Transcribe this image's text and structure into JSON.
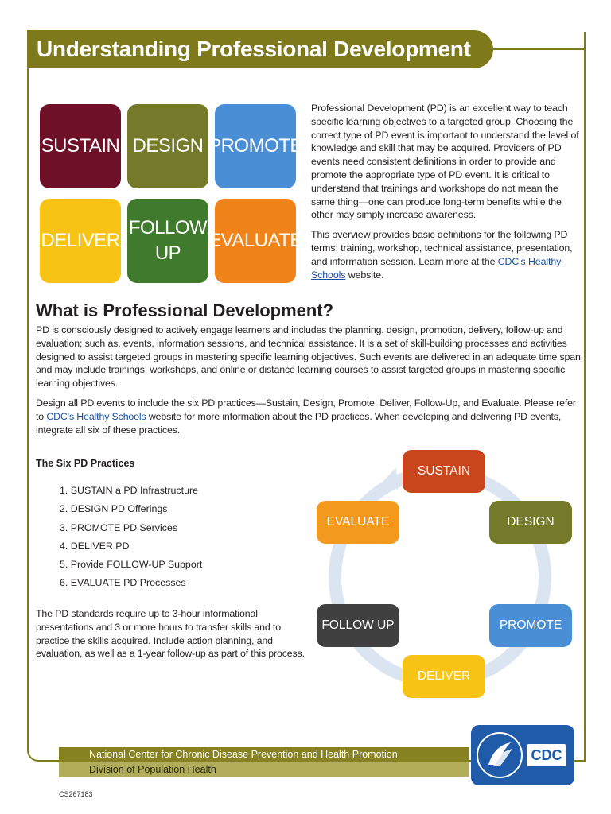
{
  "title": "Understanding Professional Development",
  "tiles": [
    {
      "label": "SUSTAIN",
      "color": "#6e1028"
    },
    {
      "label": "DESIGN",
      "color": "#747a29"
    },
    {
      "label": "PROMOTE",
      "color": "#4a8fd6"
    },
    {
      "label": "DELIVER",
      "color": "#f7c314"
    },
    {
      "label": "FOLLOW UP",
      "color": "#3f7a2d"
    },
    {
      "label": "EVALUATE",
      "color": "#f0841a"
    }
  ],
  "intro": {
    "p1": "Professional Development (PD) is an excellent way to teach specific learning objectives to a targeted group. Choosing the correct type of PD event is important to understand the level of knowledge and skill that may be acquired. Providers of PD events need consistent definitions in order to provide and promote the appropriate type of PD event. It is critical to understand that trainings and workshops do not mean the same thing—one can produce long-term benefits while the other may simply increase awareness.",
    "p2_before": "This overview provides basic definitions for the following PD terms:  training, workshop, technical assistance, presentation, and information session. Learn more at the ",
    "p2_link": "CDC's Healthy Schools",
    "p2_after": " website."
  },
  "section": {
    "title": "What is Professional Development?",
    "p1": "PD is consciously designed to actively engage learners and includes the planning, design, promotion, delivery, follow-up and evaluation; such as, events, information sessions, and technical assistance. It is a set of skill-building processes and activities designed to assist targeted groups in mastering specific learning objectives. Such events are delivered in an adequate time span and may include trainings, workshops, and online or distance learning courses to assist targeted groups in mastering specific learning objectives.",
    "p2_before": "Design all PD events to include the six PD practices—Sustain, Design, Promote, Deliver, Follow-Up, and Evaluate. Please refer to ",
    "p2_link": "CDC's Healthy Schools",
    "p2_after": " website for more information about the PD practices. When developing and delivering PD events, integrate all six of these practices."
  },
  "six_practices": {
    "title": "The Six PD Practices",
    "items": [
      "1.  SUSTAIN a PD Infrastructure",
      "2.  DESIGN PD Offerings",
      "3.  PROMOTE PD Services",
      "4.  DELIVER PD",
      "5.  Provide FOLLOW-UP Support",
      "6.  EVALUATE PD Processes"
    ]
  },
  "standards": "The PD standards require up to 3-hour informational presentations and 3 or more hours to transfer skills and to practice the skills acquired. Include action planning, and evaluation, as well as a 1-year follow-up as part of this process.",
  "cycle": [
    {
      "label": "SUSTAIN",
      "color": "#c9461c"
    },
    {
      "label": "DESIGN",
      "color": "#747a29"
    },
    {
      "label": "PROMOTE",
      "color": "#4a8fd6"
    },
    {
      "label": "DELIVER",
      "color": "#f7c314"
    },
    {
      "label": "FOLLOW UP",
      "color": "#404040"
    },
    {
      "label": "EVALUATE",
      "color": "#f39a1e"
    }
  ],
  "footer": {
    "line1": "National Center for Chronic Disease Prevention and Health Promotion",
    "line2": "Division of Population Health",
    "logo_text": "CDC",
    "code": "CS267183"
  }
}
